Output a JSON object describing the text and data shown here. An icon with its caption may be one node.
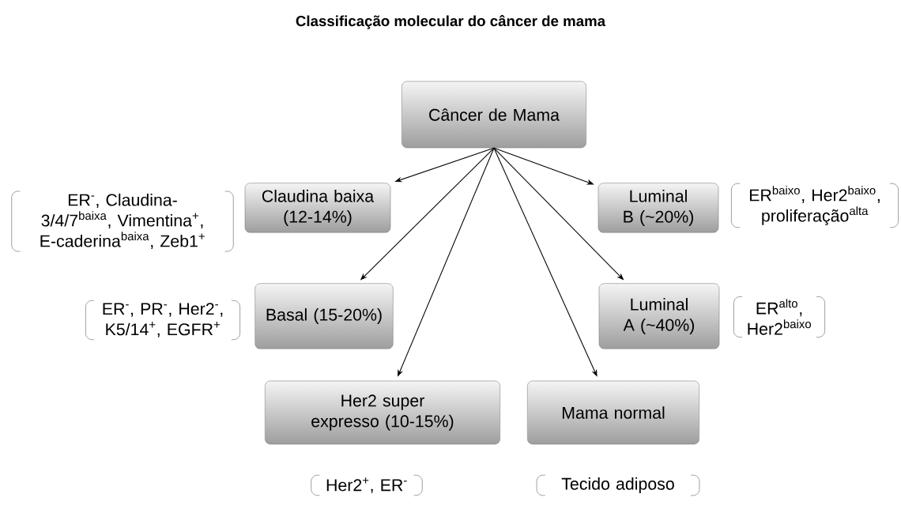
{
  "diagram": {
    "title": "Classificação molecular do câncer de mama",
    "nodes": [
      {
        "text": [
          "Câncer de Mama"
        ]
      },
      {
        "text": [
          "Claudina baixa (12-14%)"
        ],
        "beside": [
          "ER$^{-}$, Claudina-3/4/7$^{baixa}$, Vimentina$^{+}$, E-caderina$^{baixa}$, Zeb1$^{+}$"
        ]
      },
      {
        "text": [
          "Luminal B (~20%)"
        ],
        "beside": [
          "ER$^{baixo}$, Her2$^{baixo}$, proliferação$^{alta}$"
        ]
      },
      {
        "text": [
          "Basal (15-20%)"
        ],
        "beside": [
          "ER$^{-}$, PR$^{-}$, Her2$^{-}$, K5/14$^{+}$, EGFR$^{+}$"
        ]
      },
      {
        "text": [
          "Luminal A (~40%)"
        ],
        "beside": [
          "ER$^{alto}$, Her2$^{baixo}$"
        ]
      },
      {
        "text": [
          "Her2 super expresso (10-15%)"
        ],
        "beside": [
          "Her2$^{+}$, ER$^{-}$"
        ]
      },
      {
        "text": [
          "Mama normal"
        ],
        "beside": [
          "Tecido adiposo"
        ]
      }
    ],
    "edges": [
      {
        "from": 0,
        "to": 1,
        "arrow": "to"
      },
      {
        "from": 0,
        "to": 2,
        "arrow": "to"
      },
      {
        "from": 0,
        "to": 3,
        "arrow": "to"
      },
      {
        "from": 0,
        "to": 4,
        "arrow": "to"
      },
      {
        "from": 0,
        "to": 5,
        "arrow": "to"
      },
      {
        "from": 0,
        "to": 6,
        "arrow": "to"
      }
    ]
  }
}
